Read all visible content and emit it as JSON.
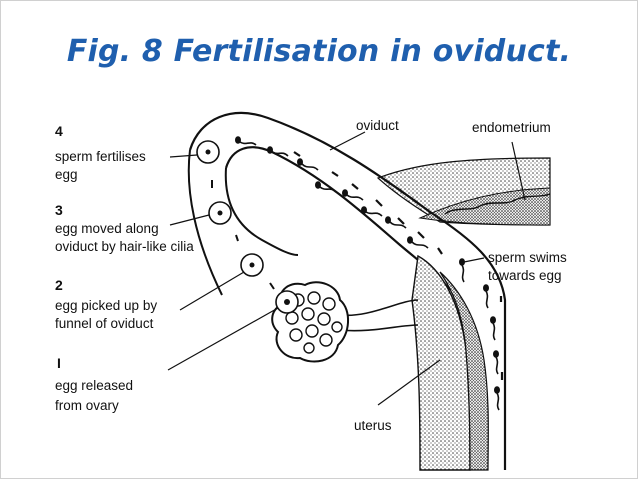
{
  "title": "Fig. 8 Fertilisation in oviduct.",
  "labels": {
    "oviduct": "oviduct",
    "endometrium": "endometrium",
    "sperm_swims_1": "sperm swims",
    "sperm_swims_2": "towards egg",
    "uterus": "uterus"
  },
  "steps": [
    {
      "number": "4",
      "lines": [
        "sperm fertilises",
        "egg"
      ]
    },
    {
      "number": "3",
      "lines": [
        "egg moved along",
        "oviduct by hair-like cilia"
      ]
    },
    {
      "number": "2",
      "lines": [
        "egg picked up by",
        "funnel of oviduct"
      ]
    },
    {
      "number": "I",
      "lines": [
        "egg released",
        "from ovary"
      ]
    }
  ],
  "colors": {
    "title": "#1f5fae",
    "ink": "#111111"
  }
}
